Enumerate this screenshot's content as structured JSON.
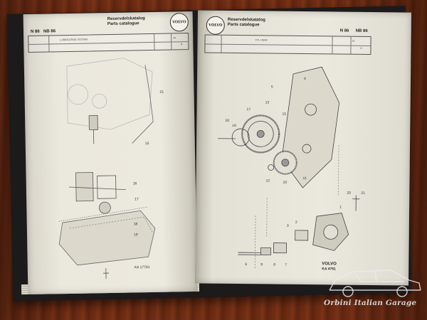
{
  "left_page": {
    "header_line1": "Reservdelskatalog",
    "header_line2": "Parts catalogue",
    "codes": [
      "N 86",
      "NB 86"
    ],
    "logo": "VOLVO",
    "section_label": "LUBRICATING SYSTEM",
    "page_code": "34",
    "small_code": "8"
  },
  "right_page": {
    "header_line1": "Reservdelskatalog",
    "header_line2": "Parts catalogue",
    "codes": [
      "N 86",
      "NB 86"
    ],
    "logo": "VOLVO",
    "section_label": "CYL HEAD",
    "page_code": "22",
    "small_code": "6",
    "brand_line1": "VOLVO",
    "brand_line2": "KA 4761"
  },
  "left_callouts": [
    "21",
    "15",
    "16",
    "17",
    "18",
    "19"
  ],
  "right_callouts": [
    "4",
    "13",
    "18",
    "17",
    "16",
    "15",
    "5",
    "12",
    "10",
    "11",
    "9",
    "8",
    "7",
    "6",
    "2",
    "1",
    "3",
    "20",
    "21"
  ],
  "left_corner_stamp": "KA 17761",
  "watermark": {
    "text": "Orbini Italian Garage",
    "icon": "car-outline-icon"
  }
}
